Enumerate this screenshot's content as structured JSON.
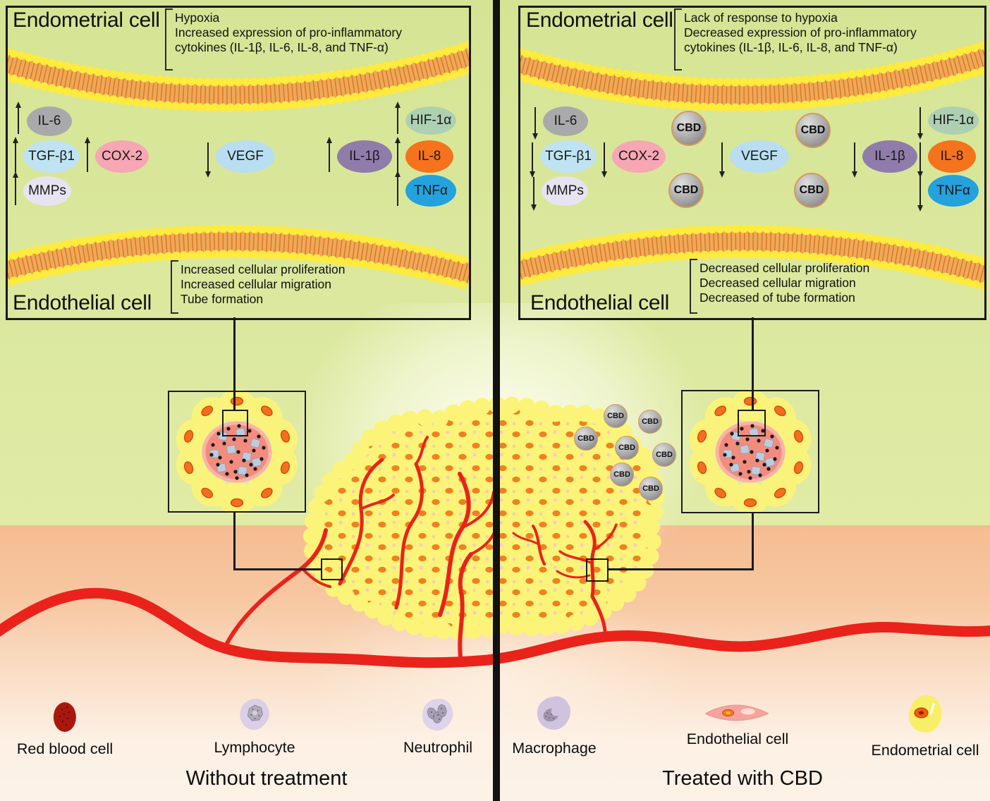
{
  "figure": {
    "left_caption": "Without treatment",
    "right_caption": "Treated with CBD"
  },
  "panels": {
    "left": {
      "top_label": "Endometrial cell",
      "top_notes": [
        "Hypoxia",
        "Increased expression of pro-inflammatory",
        "cytokines (IL-1β, IL-6, IL-8, and TNF-α)"
      ],
      "bottom_label": "Endothelial cell",
      "bottom_notes": [
        "Increased cellular proliferation",
        "Increased cellular migration",
        "Tube formation"
      ],
      "cytokines": [
        {
          "label": "IL-6",
          "direction": "up",
          "color": "#a9a9ab"
        },
        {
          "label": "TGF-β1",
          "direction": "up",
          "color": "#bfe3f2"
        },
        {
          "label": "COX-2",
          "direction": "up",
          "color": "#f7a6b4"
        },
        {
          "label": "MMPs",
          "direction": "up",
          "color": "#e7e3f0"
        },
        {
          "label": "VEGF",
          "direction": "down",
          "color": "#b9ddf1"
        },
        {
          "label": "IL-1β",
          "direction": "up",
          "color": "#8f7cab"
        },
        {
          "label": "HIF-1α",
          "direction": "up",
          "color": "#aed0b2"
        },
        {
          "label": "IL-8",
          "direction": "up",
          "color": "#f5731d"
        },
        {
          "label": "TNFα",
          "direction": "up",
          "color": "#23a2de"
        }
      ]
    },
    "right": {
      "top_label": "Endometrial cell",
      "top_notes": [
        "Lack of response to hypoxia",
        "Decreased expression of pro-inflammatory",
        "cytokines (IL-1β, IL-6, IL-8, and TNF-α)"
      ],
      "bottom_label": "Endothelial cell",
      "bottom_notes": [
        "Decreased cellular proliferation",
        "Decreased cellular migration",
        "Decreased of tube formation"
      ],
      "cytokines": [
        {
          "label": "IL-6",
          "direction": "down",
          "color": "#a9a9ab"
        },
        {
          "label": "TGF-β1",
          "direction": "down",
          "color": "#bfe3f2"
        },
        {
          "label": "COX-2",
          "direction": "down",
          "color": "#f7a6b4"
        },
        {
          "label": "MMPs",
          "direction": "down",
          "color": "#e7e3f0"
        },
        {
          "label": "VEGF",
          "direction": "down",
          "color": "#b9ddf1"
        },
        {
          "label": "IL-1β",
          "direction": "down",
          "color": "#8f7cab"
        },
        {
          "label": "HIF-1α",
          "direction": "down",
          "color": "#aed0b2"
        },
        {
          "label": "IL-8",
          "direction": "down",
          "color": "#f5731d"
        },
        {
          "label": "TNFα",
          "direction": "down",
          "color": "#23a2de"
        }
      ],
      "cbd_badges": [
        "CBD",
        "CBD",
        "CBD",
        "CBD"
      ]
    }
  },
  "cbd_cluster": [
    "CBD",
    "CBD",
    "CBD",
    "CBD",
    "CBD",
    "CBD",
    "CBD"
  ],
  "legend": {
    "items": [
      {
        "label": "Red blood cell"
      },
      {
        "label": "Lymphocyte"
      },
      {
        "label": "Neutrophil"
      },
      {
        "label": "Macrophage"
      },
      {
        "label": "Endothelial cell"
      },
      {
        "label": "Endometrial cell"
      }
    ]
  },
  "colors": {
    "background_green": "#d9e79b",
    "background_peach": "#f5bc91",
    "vessel_red": "#e9231b",
    "tumor_yellow": "#fbf479",
    "nucleus_orange": "#ef8120",
    "cbd_gray": "#a8a8a8",
    "divider_black": "#121212"
  }
}
